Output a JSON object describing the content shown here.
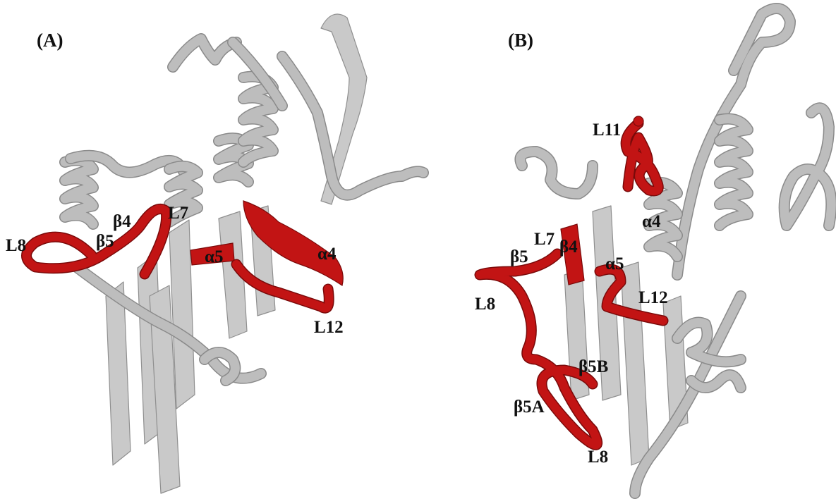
{
  "panels": [
    {
      "id": "A",
      "label": "(A)",
      "annotations": [
        "L8",
        "β5",
        "β4",
        "L7",
        "α5",
        "α4",
        "L12"
      ]
    },
    {
      "id": "B",
      "label": "(B)",
      "annotations": [
        "L11",
        "α4",
        "L7",
        "β4",
        "β5",
        "α5",
        "L8",
        "L12",
        "β5B",
        "β5A",
        "L8"
      ]
    }
  ],
  "colors": {
    "highlight": "#c21414",
    "structure": "#c9c9c9",
    "background": "#ffffff"
  }
}
